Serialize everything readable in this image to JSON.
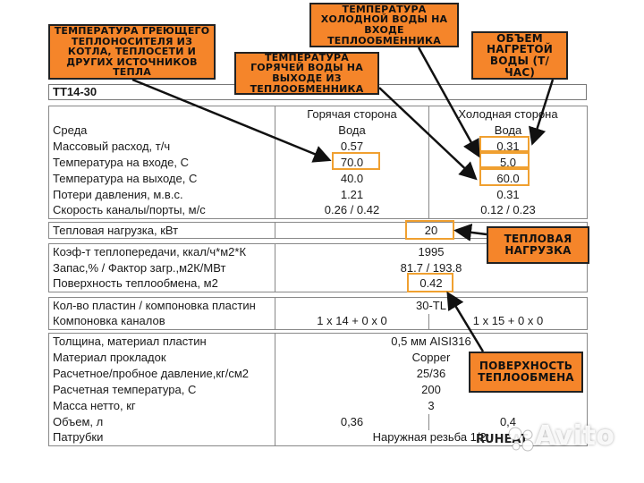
{
  "doc": {
    "model": "TT14-30",
    "header": {
      "hot": "Горячая сторона",
      "cold": "Холодная сторона"
    },
    "block1": [
      {
        "label": "Среда",
        "hot": "Вода",
        "cold": "Вода"
      },
      {
        "label": "Массовый расход, т/ч",
        "hot": "0.57",
        "cold": "0.31"
      },
      {
        "label": "Температура на входе, С",
        "hot": "70.0",
        "cold": "5.0"
      },
      {
        "label": "Температура на выходе, С",
        "hot": "40.0",
        "cold": "60.0"
      },
      {
        "label": "Потери давления, м.в.с.",
        "hot": "1.21",
        "cold": "0.31"
      },
      {
        "label": "Скорость каналы/порты, м/с",
        "hot": "0.26 / 0.42",
        "cold": "0.12 / 0.23"
      }
    ],
    "heat_load": {
      "label": "Тепловая нагрузка, кВт",
      "value": "20"
    },
    "block3": [
      {
        "label": "Коэф-т теплопередачи, ккал/ч*м2*К",
        "value": "1995"
      },
      {
        "label": "Запас,% / Фактор загр.,м2К/МВт",
        "value": "81.7 / 193.8"
      },
      {
        "label": "Поверхность теплообмена, м2",
        "value": "0.42"
      }
    ],
    "block4": {
      "plates": {
        "label": "Кол-во пластин / компоновка пластин",
        "value": "30-TL"
      },
      "channels": {
        "label": "Компоновка каналов",
        "hot": "1 x 14 + 0 x 0",
        "cold": "1 x 15 + 0 x 0"
      }
    },
    "block5": [
      {
        "label": "Толщина, материал пластин",
        "value": "0,5 мм  AISI316"
      },
      {
        "label": "Материал прокладок",
        "value": "Copper"
      },
      {
        "label": "Расчетное/пробное давление,кг/см2",
        "value": "25/36"
      },
      {
        "label": "Расчетная температура, С",
        "value": "200"
      },
      {
        "label": "Масса нетто, кг",
        "value": "3"
      }
    ],
    "volume": {
      "label": "Объем, л",
      "hot": "0,36",
      "cold": "0,4"
    },
    "nozzles": {
      "label": "Патрубки",
      "value": "Наружная резьба 1/2;"
    }
  },
  "callouts": {
    "heating_temp": "Температура греющего теплоносителя из котла, теплосети и других источников тепла",
    "hot_out_temp": "Температура горячей воды на выходе из теплообменника",
    "cold_in_temp": "Температура холодной воды на входе теплообменника",
    "volume_heated": "Объем нагретой воды (т/час)",
    "heat_load": "Тепловая нагрузка",
    "surface": "Поверхность теплообмена"
  },
  "brand": "RUHEAT",
  "watermark": "Avito",
  "colors": {
    "callout_bg": "#f5852a",
    "highlight": "#f0a030"
  }
}
